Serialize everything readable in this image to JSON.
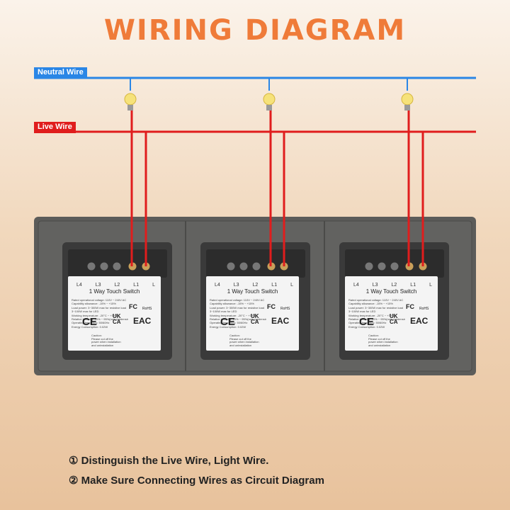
{
  "title": "WIRING DIAGRAM",
  "neutral_wire": {
    "label": "Neutral  Wire",
    "color": "#2a86e6"
  },
  "live_wire": {
    "label": "Live Wire",
    "color": "#e01d1d"
  },
  "bulb_icon": "light-bulb-icon",
  "switch": {
    "terminals": [
      "L4",
      "L3",
      "L2",
      "L1",
      "L"
    ],
    "title": "1  Way Touch Switch",
    "specs": [
      "Rated operational voltage: 110V ~ 240V AC",
      "Capability allowance: -15% ~ +15%",
      "Load power: 3~300W max for resistive load",
      "3~100W max for LED",
      "Working temperature: -20°C ~ +70°C",
      "Relative humidity: 10% ~ 95%(non-condensing)",
      "Operating frequency: 50/60Hz",
      "Energy Consumption: 0.02W"
    ],
    "caution": [
      "Caution:",
      "Please cut off the",
      "power when installation",
      "and uninstallation"
    ],
    "marks": {
      "fc": "FC",
      "rohs": "RoHS",
      "ce": "CE",
      "ukca": "UK CA",
      "eac": "EAC"
    }
  },
  "notes": [
    "① Distinguish the Live Wire, Light Wire.",
    "② Make Sure Connecting Wires as Circuit Diagram"
  ],
  "colors": {
    "title": "#ef7b39",
    "panel": "#5c5c5a",
    "sticker": "#f4f4f4"
  }
}
